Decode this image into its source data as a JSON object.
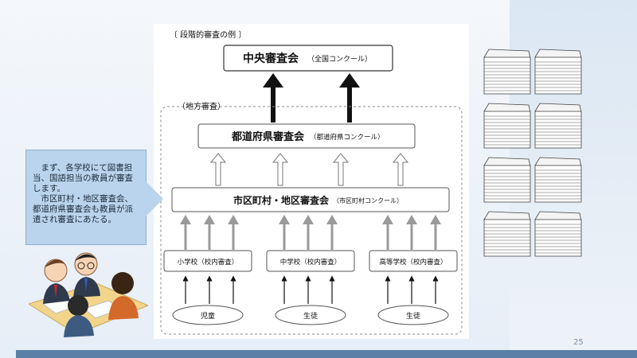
{
  "diagram": {
    "example_label": "〔 段階的審査の例 〕",
    "central": {
      "main": "中央審査会",
      "sub": "（全国コンクール）"
    },
    "regional_label": "（地方審査）",
    "prefectural": {
      "main": "都道府県審査会",
      "sub": "（都道府県コンクール）"
    },
    "municipal": {
      "main": "市区町村・地区審査会",
      "sub": "（市区町村コンクール）"
    },
    "schools": [
      {
        "name": "小学校（校内審査）",
        "students": "児童"
      },
      {
        "name": "中学校（校内審査）",
        "students": "生徒"
      },
      {
        "name": "高等学校（校内審査）",
        "students": "生徒"
      }
    ]
  },
  "callout": {
    "lines": [
      "まず、各学校にて図書担当、国語担当の教員が審査します。",
      "市区町村・地区審査会、都道府県審査会も教員が派遣され審査にあたる。"
    ]
  },
  "page_number": "25",
  "colors": {
    "callout_bg": "#b9d4ec",
    "bottom_strip": "#5b7fa6",
    "gray_arrow": "#9a9a9a"
  }
}
